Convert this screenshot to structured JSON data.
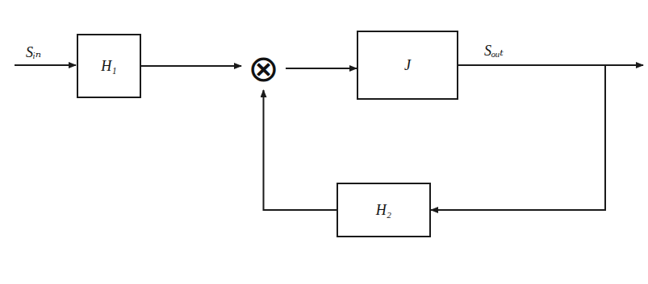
{
  "diagram": {
    "nodes": [
      {
        "text": [
          "H₁"
        ]
      },
      {
        "text": [
          "⊗"
        ]
      },
      {
        "text": [
          "J"
        ]
      },
      {
        "text": [
          "H₂"
        ]
      }
    ],
    "edges": [
      {
        "from": 0,
        "to": 1,
        "arrow": "to"
      },
      {
        "from": 1,
        "to": 2,
        "arrow": "to"
      },
      {
        "from": 2,
        "to": 3,
        "arrow": "to"
      },
      {
        "from": 3,
        "to": 1,
        "arrow": "to"
      }
    ],
    "labels": [
      "Sᵢₙ",
      "Sₒᵤₜ"
    ]
  }
}
